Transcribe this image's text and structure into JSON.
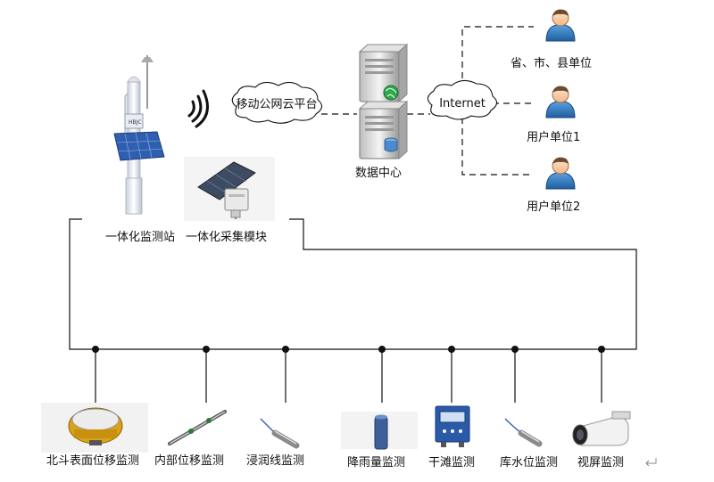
{
  "station": {
    "station_label": "一体化监测站",
    "module_label": "一体化采集模块"
  },
  "network": {
    "cloud_label": "移动公网云平台",
    "datacenter_label": "数据中心",
    "internet_label": "Internet"
  },
  "users": [
    {
      "label": "省、市、县单位"
    },
    {
      "label": "用户单位1"
    },
    {
      "label": "用户单位2"
    }
  ],
  "sensors": [
    {
      "label": "北斗表面位移监测",
      "icon": "gnss-receiver-icon"
    },
    {
      "label": "内部位移监测",
      "icon": "inclinometer-icon"
    },
    {
      "label": "浸润线监测",
      "icon": "piezometer-icon"
    },
    {
      "label": "降雨量监测",
      "icon": "rain-gauge-icon"
    },
    {
      "label": "干滩监测",
      "icon": "dry-beach-meter-icon"
    },
    {
      "label": "库水位监测",
      "icon": "water-level-sensor-icon"
    },
    {
      "label": "视屏监测",
      "icon": "camera-icon"
    }
  ],
  "colors": {
    "line": "#111111",
    "user_blue": "#2f73b8",
    "solar_blue": "#2f5fb0"
  }
}
